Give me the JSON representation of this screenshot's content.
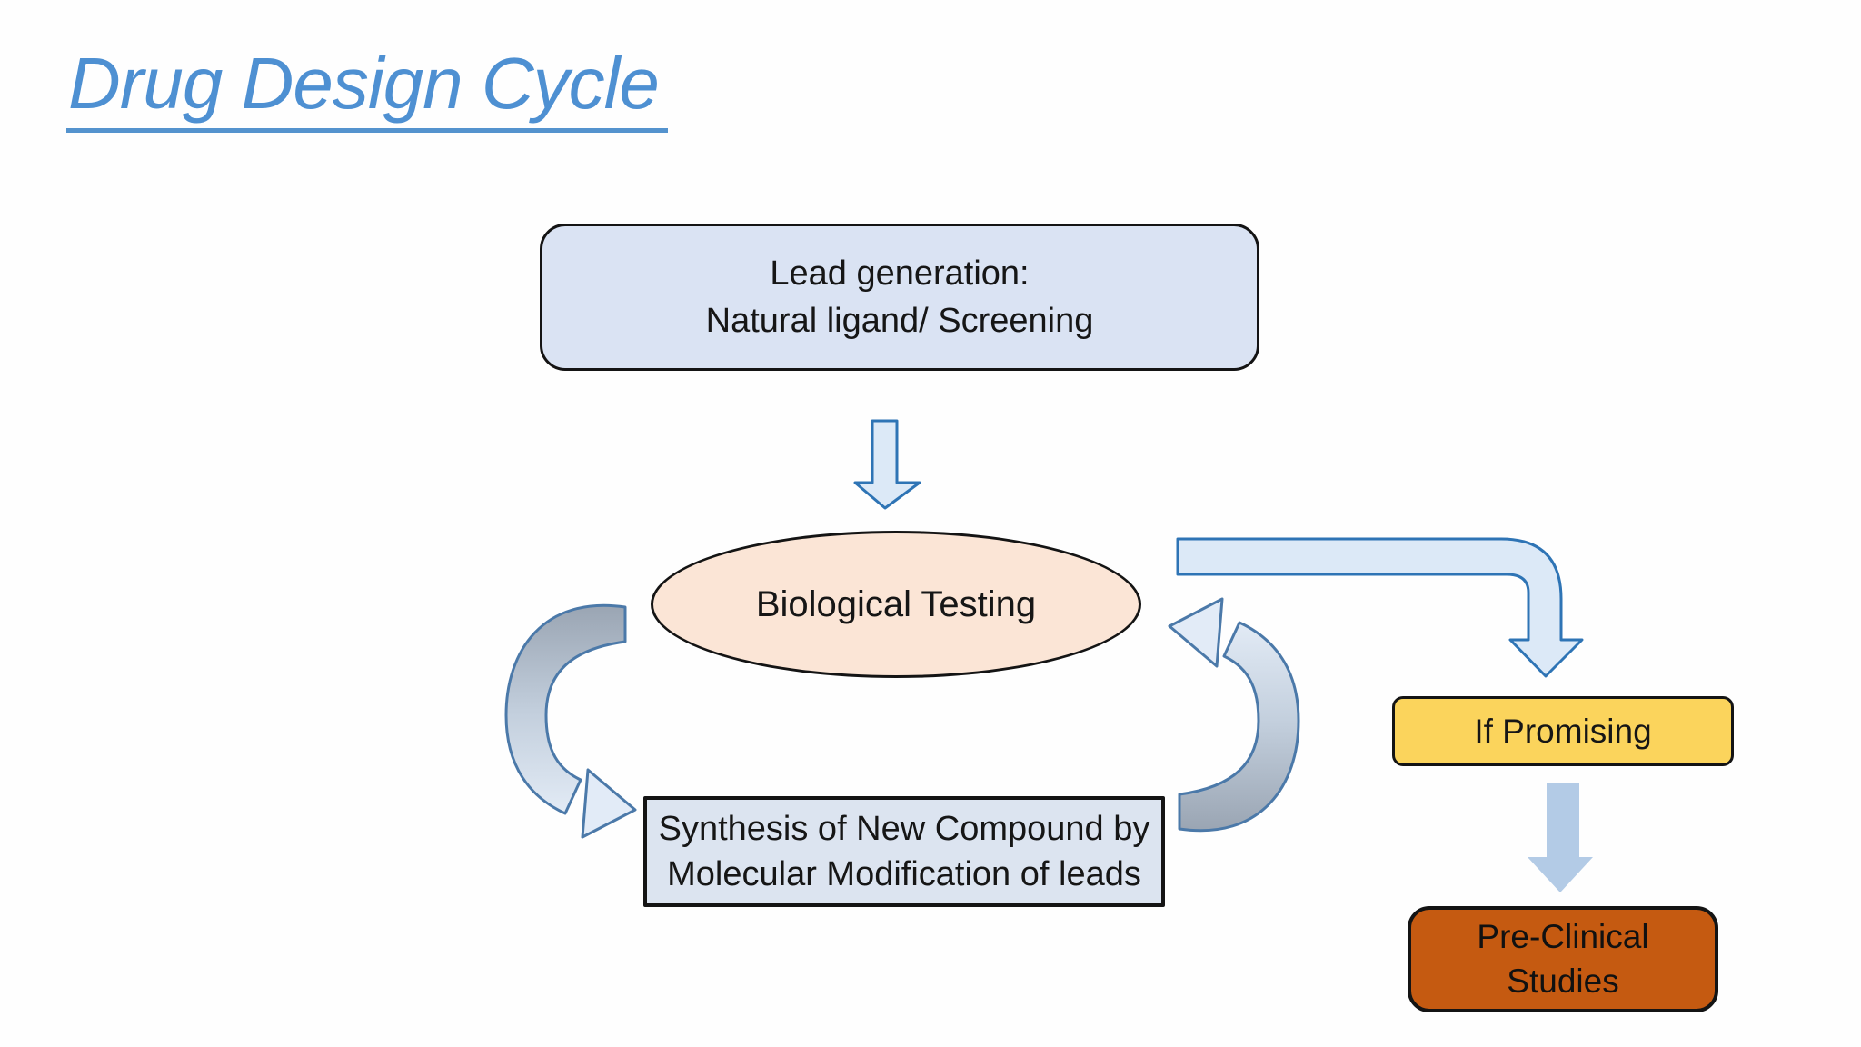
{
  "slide": {
    "title": "Drug Design Cycle"
  },
  "nodes": {
    "lead_generation": {
      "line1": "Lead generation:",
      "line2": "Natural ligand/ Screening"
    },
    "biological_testing": {
      "label": "Biological Testing"
    },
    "synthesis": {
      "line1": "Synthesis of New Compound by",
      "line2": "Molecular Modification of leads"
    },
    "if_promising": {
      "label": "If Promising"
    },
    "pre_clinical": {
      "line1": "Pre-Clinical",
      "line2": "Studies"
    }
  },
  "arrows": {
    "lead_to_testing": "outlined-down-arrow",
    "testing_to_synthesis": "curved-arrow-down-left",
    "synthesis_to_testing": "curved-arrow-up-right",
    "testing_to_if_promising": "elbow-right-then-down-arrow",
    "if_promising_to_preclinical": "solid-down-arrow"
  },
  "colors": {
    "title_text": "#4E90D2",
    "title_underline": "#5493CE",
    "lead_generation_fill": "#DAE3F3",
    "biological_testing_fill": "#FBE5D6",
    "synthesis_fill": "#DCE4F0",
    "if_promising_fill": "#FBD45C",
    "pre_clinical_fill": "#C55A11",
    "node_border": "#141414",
    "arrow_fill": "#DCE9F7",
    "arrow_stroke": "#2E74B5",
    "solid_arrow_fill": "#B3CBE6",
    "curved_arrow_gray": "#96A1AF",
    "curved_arrow_blue": "#E8F0FA",
    "curved_arrow_stroke": "#4B79A9",
    "background": "#FEFEFE"
  }
}
